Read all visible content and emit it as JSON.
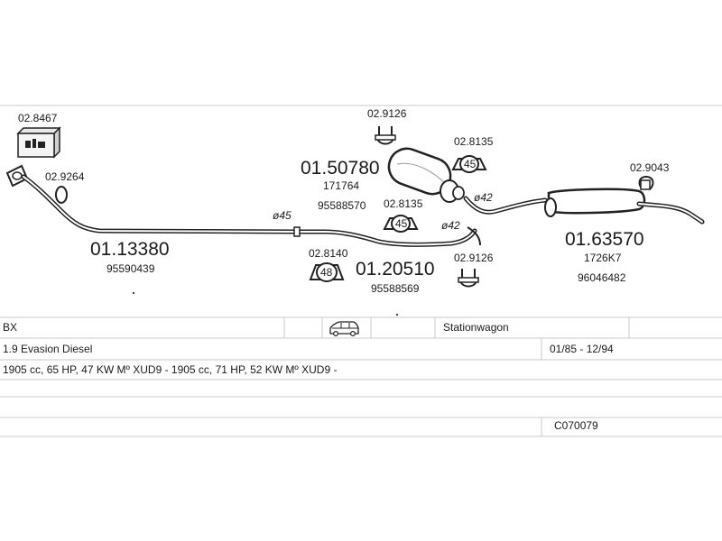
{
  "diagram": {
    "parts": {
      "front_pipe": {
        "number": "01.13380",
        "oem": "95590439"
      },
      "gasket_front": {
        "number": "02.9264"
      },
      "mounting_kit": {
        "number": "02.8467"
      },
      "center_silencer": {
        "number": "01.50780",
        "oem1": "171764",
        "oem2": "95588570"
      },
      "clamp_top": {
        "number": "02.9126"
      },
      "gasket_top": {
        "number": "02.8135",
        "size": "45"
      },
      "gasket_mid": {
        "number": "02.8135",
        "size": "45"
      },
      "gasket_low": {
        "number": "02.8140",
        "size": "48"
      },
      "mid_pipe": {
        "number": "01.20510",
        "oem": "95588569"
      },
      "clamp_low": {
        "number": "02.9126"
      },
      "rear_silencer": {
        "number": "01.63570",
        "oem1": "1726K7",
        "oem2": "96046482"
      },
      "rear_hanger": {
        "number": "02.9043"
      }
    },
    "diameters": {
      "d45": "ø45",
      "d42a": "ø42",
      "d42b": "ø42"
    }
  },
  "info": {
    "model": "BX",
    "body_type": "Stationwagon",
    "version": "1.9 Evasion Diesel",
    "years": "01/85 - 12/94",
    "engine": "1905 cc, 65 HP, 47 KW Mº XUD9 - 1905 cc, 71 HP, 52 KW Mº XUD9 -",
    "code": "C070079"
  },
  "icons": {
    "car": "station-wagon-icon",
    "box": "mounting-kit-box-icon"
  }
}
